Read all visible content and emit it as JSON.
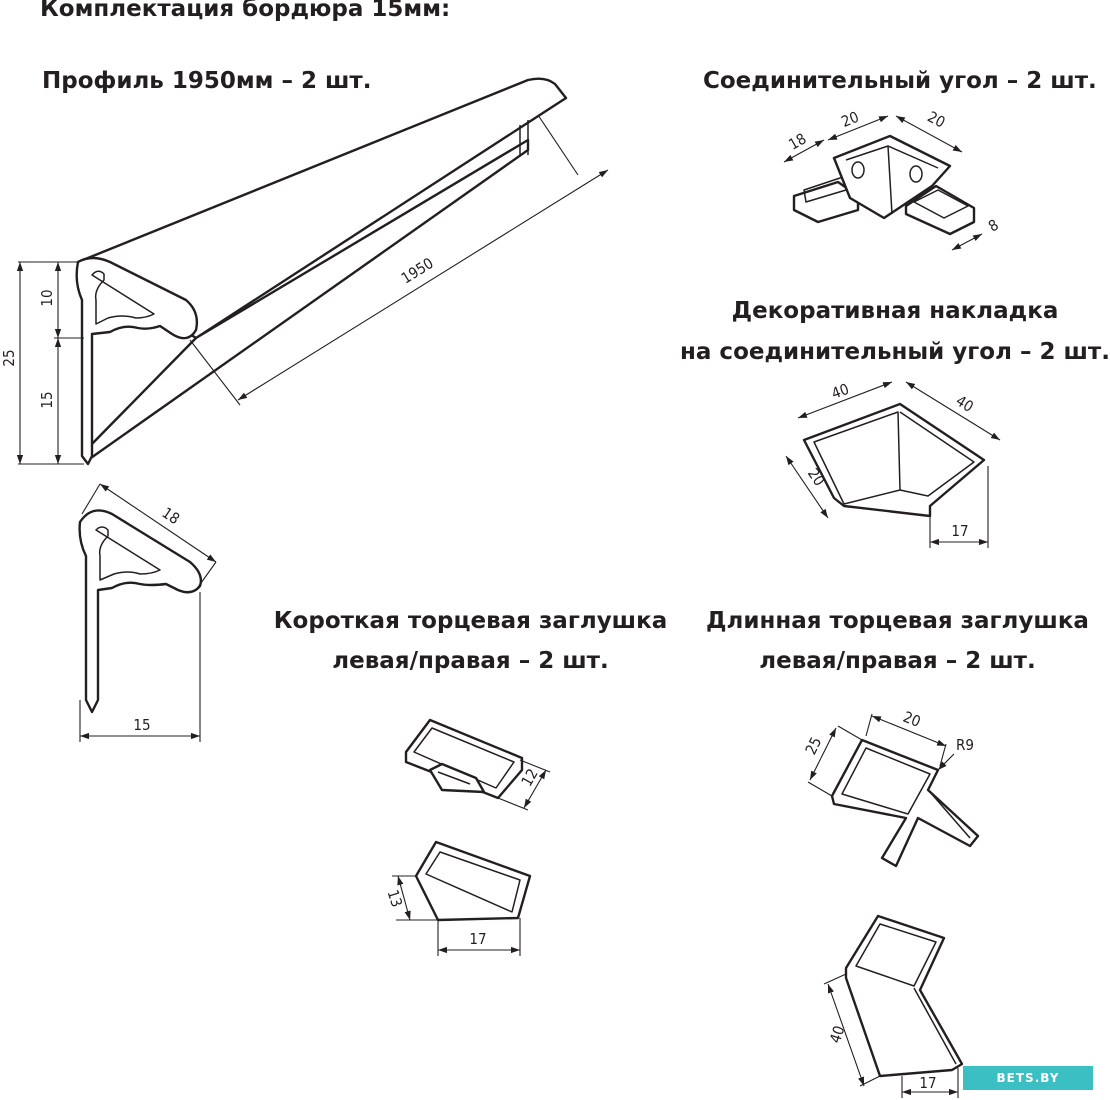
{
  "title": "Комплектация бордюра 15мм:",
  "sections": {
    "profile": {
      "heading": "Профиль 1950мм – 2 шт."
    },
    "corner": {
      "heading": "Соединительный угол – 2 шт."
    },
    "overlay": {
      "heading_line1": "Декоративная накладка",
      "heading_line2": "на соединительный угол – 2 шт."
    },
    "short_cap": {
      "heading_line1": "Короткая торцевая заглушка",
      "heading_line2": "левая/правая – 2 шт."
    },
    "long_cap": {
      "heading_line1": "Длинная торцевая заглушка",
      "heading_line2": "левая/правая – 2 шт."
    }
  },
  "dimensions": {
    "profile_length": "1950",
    "profile_total_height": "25",
    "profile_upper_height": "10",
    "profile_lower_height": "15",
    "section_width": "18",
    "section_base": "15",
    "corner_a": "18",
    "corner_b": "20",
    "corner_c": "20",
    "corner_d": "8",
    "overlay_a": "40",
    "overlay_b": "40",
    "overlay_c": "20",
    "overlay_d": "17",
    "short_top_h": "12",
    "short_bottom_h": "13",
    "short_bottom_w": "17",
    "long_top_h": "25",
    "long_top_w": "20",
    "long_radius": "R9",
    "long_bottom_h": "40",
    "long_bottom_w": "17"
  },
  "watermark": "BETS.BY",
  "colors": {
    "line": "#231f20",
    "watermark_bg": "#3bbfc2"
  }
}
